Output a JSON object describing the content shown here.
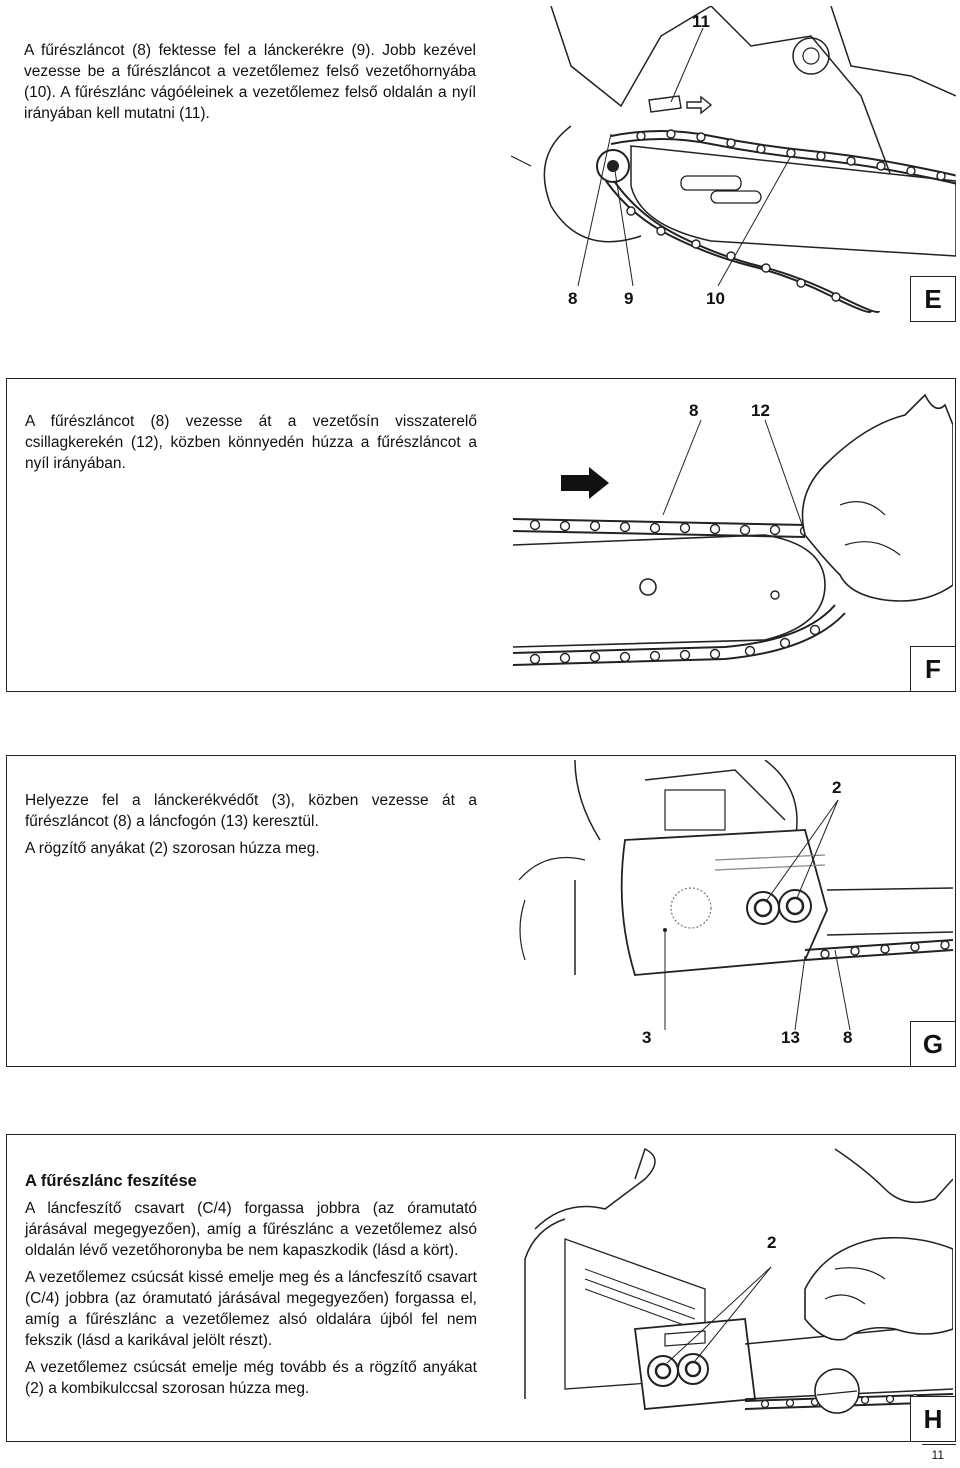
{
  "sections": [
    {
      "letter": "E",
      "paragraphs": [
        "A fűrészláncot (8) fektesse fel a lánckerékre (9). Jobb kezével vezesse be a fűrészláncot a vezetőlemez felső vezetőhornyába (10). A fűrészlánc vágóéleinek a vezetőlemez felső oldalán a nyíl irányában kell mutatni (11)."
      ],
      "callouts": [
        "11",
        "8",
        "9",
        "10"
      ]
    },
    {
      "letter": "F",
      "paragraphs": [
        "A fűrészláncot (8) vezesse át a vezetősín visszaterelő csillagkerekén (12), közben könnyedén húzza a fűrészláncot a nyíl irányában."
      ],
      "callouts": [
        "8",
        "12"
      ]
    },
    {
      "letter": "G",
      "paragraphs": [
        "Helyezze fel a lánckerékvédőt (3), közben vezesse át a fűrészláncot (8) a láncfogón (13) keresztül.",
        "A rögzítő anyákat (2) szorosan húzza meg."
      ],
      "callouts": [
        "2",
        "3",
        "13",
        "8"
      ]
    },
    {
      "letter": "H",
      "heading": "A fűrészlánc feszítése",
      "paragraphs": [
        "A láncfeszítő csavart (C/4) forgassa jobbra (az óramutató járásával megegyezően), amíg a fűrészlánc a vezetőlemez alsó oldalán lévő vezetőhoronyba be nem kapaszkodik (lásd a kört).",
        "A vezetőlemez csúcsát kissé emelje meg és a láncfeszítő csavart (C/4) jobbra (az óramutató járásával megegyezően) forgassa el, amíg a fűrészlánc a vezetőlemez alsó oldalára újból fel nem fekszik (lásd a karikával jelölt részt).",
        "A vezetőlemez csúcsát emelje még tovább és a rögzítő anyákat (2) a kombikulccsal szorosan húzza meg."
      ],
      "callouts": [
        "2"
      ]
    }
  ],
  "page_number": "11"
}
